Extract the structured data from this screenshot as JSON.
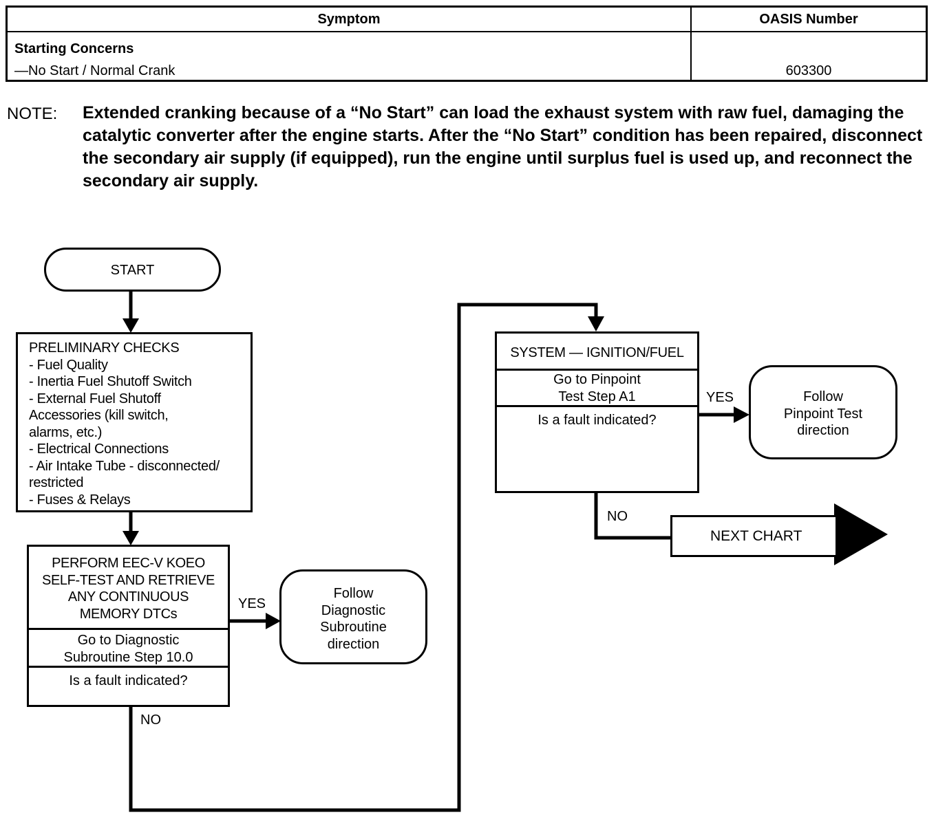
{
  "header": {
    "symptom_heading": "Symptom",
    "oasis_heading": "OASIS Number",
    "symptom_title": "Starting Concerns",
    "symptom_detail": "—No Start / Normal Crank",
    "oasis_number": "603300"
  },
  "note": {
    "label": "NOTE:",
    "text": "Extended cranking because of a “No Start” can load the exhaust system with raw fuel, damaging the catalytic converter after the engine starts. After the “No Start” condition has been repaired, disconnect the secondary air supply (if equipped), run the engine until surplus fuel is used up, and reconnect the secondary air supply."
  },
  "flow": {
    "start": "START",
    "preliminary": "PRELIMINARY CHECKS\n- Fuel Quality\n- Inertia Fuel Shutoff Switch\n- External Fuel Shutoff\n  Accessories (kill switch,\n  alarms, etc.)\n- Electrical Connections\n- Air Intake Tube - disconnected/\n  restricted\n- Fuses & Relays",
    "eec_test": "PERFORM EEC-V KOEO\nSELF-TEST AND RETRIEVE\nANY CONTINUOUS\nMEMORY DTCs",
    "goto_diag": "Go to  Diagnostic\nSubroutine Step 10.0",
    "fault_q1": "Is a fault indicated?",
    "yes1": "YES",
    "no1": "NO",
    "follow_diag": "Follow\nDiagnostic\nSubroutine\ndirection",
    "system": "SYSTEM — IGNITION/FUEL",
    "goto_pinpoint": "Go to  Pinpoint\nTest Step A1",
    "fault_q2": "Is a fault indicated?",
    "yes2": "YES",
    "no2": "NO",
    "follow_pinpoint": "Follow\nPinpoint Test\ndirection",
    "next_chart": "NEXT  CHART"
  }
}
